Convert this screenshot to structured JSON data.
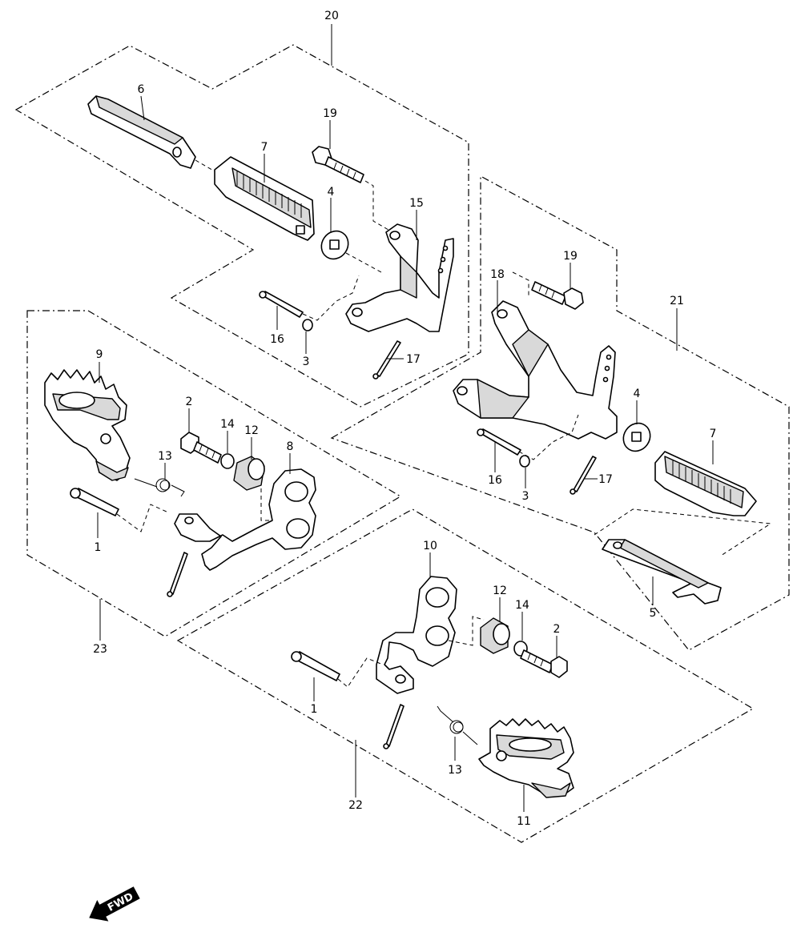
{
  "labels": {
    "c20": "20",
    "c21": "21",
    "c22": "22",
    "c23": "23",
    "p6": "6",
    "p7a": "7",
    "p19a": "19",
    "p4a": "4",
    "p15": "15",
    "p16a": "16",
    "p3a": "3",
    "p17a": "17",
    "p18": "18",
    "p19b": "19",
    "p4b": "4",
    "p7b": "7",
    "p16b": "16",
    "p3b": "3",
    "p17b": "17",
    "p5": "5",
    "p9": "9",
    "p2a": "2",
    "p14a": "14",
    "p12a": "12",
    "p8": "8",
    "p13a": "13",
    "p1a": "1",
    "p10": "10",
    "p12b": "12",
    "p14b": "14",
    "p2b": "2",
    "p1b": "1",
    "p13b": "13",
    "p11": "11"
  },
  "fwd": {
    "label": "FWD"
  }
}
